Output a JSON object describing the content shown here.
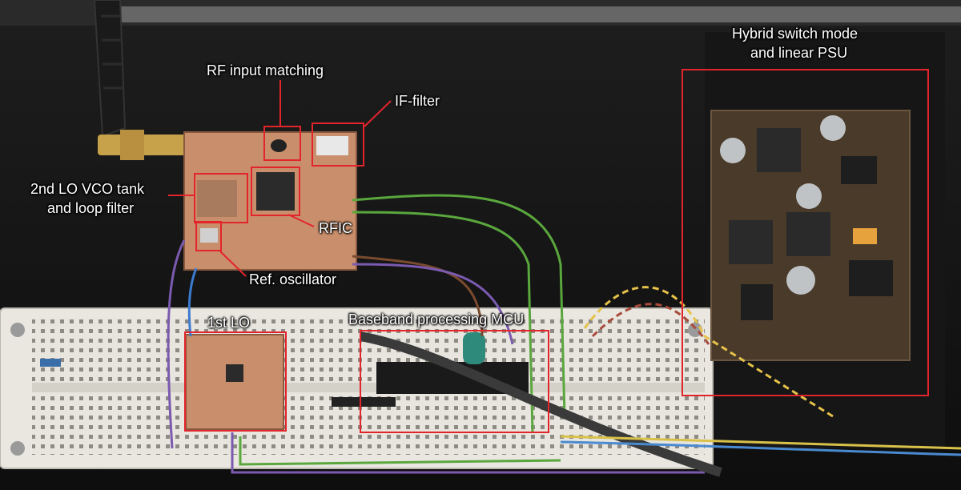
{
  "image": {
    "description_type": "annotated-photo"
  },
  "annotations": {
    "rf_input_matching": "RF input matching",
    "if_filter": "IF-filter",
    "lo_vco_tank": "2nd LO VCO tank\nand loop filter",
    "lo_vco_tank_line1": "2nd LO VCO tank",
    "lo_vco_tank_line2": "and loop filter",
    "rfic": "RFIC",
    "ref_oscillator": "Ref. oscillator",
    "first_lo": "1st LO",
    "baseband_mcu": "Baseband processing MCU",
    "psu_line1": "Hybrid switch mode",
    "psu_line2": "and linear PSU"
  },
  "colors": {
    "annotation": "#e3242b",
    "label_text": "#ffffff",
    "enclosure": "#151515",
    "breadboard": "#e9e7e0",
    "pcb": "#c98f6c",
    "psu_board": "#4a3a2a"
  },
  "icons": {
    "antenna": "antenna-icon",
    "sma_connector": "sma-connector-icon"
  }
}
